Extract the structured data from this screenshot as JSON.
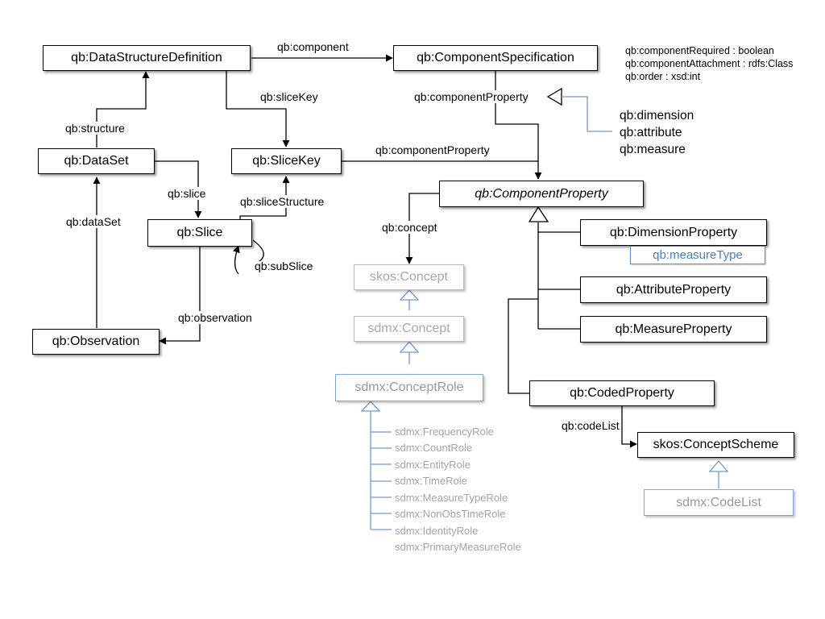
{
  "boxes": {
    "dsd": "qb:DataStructureDefinition",
    "component_spec": "qb:ComponentSpecification",
    "dataset": "qb:DataSet",
    "slicekey": "qb:SliceKey",
    "slice": "qb:Slice",
    "observation": "qb:Observation",
    "component_property": "qb:ComponentProperty",
    "dimension_property": "qb:DimensionProperty",
    "measure_type": "qb:measureType",
    "attribute_property": "qb:AttributeProperty",
    "measure_property": "qb:MeasureProperty",
    "coded_property": "qb:CodedProperty",
    "concept_scheme": "skos:ConceptScheme",
    "codelist": "sdmx:CodeList",
    "skos_concept": "skos:Concept",
    "sdmx_concept": "sdmx:Concept",
    "concept_role": "sdmx:ConceptRole"
  },
  "edge_labels": {
    "component": "qb:component",
    "slice_key": "qb:sliceKey",
    "structure": "qb:structure",
    "slice": "qb:slice",
    "slice_structure": "qb:sliceStructure",
    "dataset": "qb:dataSet",
    "sub_slice": "qb:subSlice",
    "observation": "qb:observation",
    "component_property_1": "qb:componentProperty",
    "component_property_2": "qb:componentProperty",
    "concept": "qb:concept",
    "code_list": "qb:codeList"
  },
  "spec_attributes": [
    "qb:componentRequired : boolean",
    "qb:componentAttachment : rdfs:Class",
    "qb:order : xsd:int"
  ],
  "property_kinds": [
    "qb:dimension",
    "qb:attribute",
    "qb:measure"
  ],
  "concept_roles": [
    "sdmx:FrequencyRole",
    "sdmx:CountRole",
    "sdmx:EntityRole",
    "sdmx:TimeRole",
    "sdmx:MeasureTypeRole",
    "sdmx:NonObsTimeRole",
    "sdmx:IdentityRole",
    "sdmx:PrimaryMeasureRole"
  ],
  "colors": {
    "line": "#000000",
    "grey": "#a8a8a8",
    "blue": "#6f9bd2"
  }
}
